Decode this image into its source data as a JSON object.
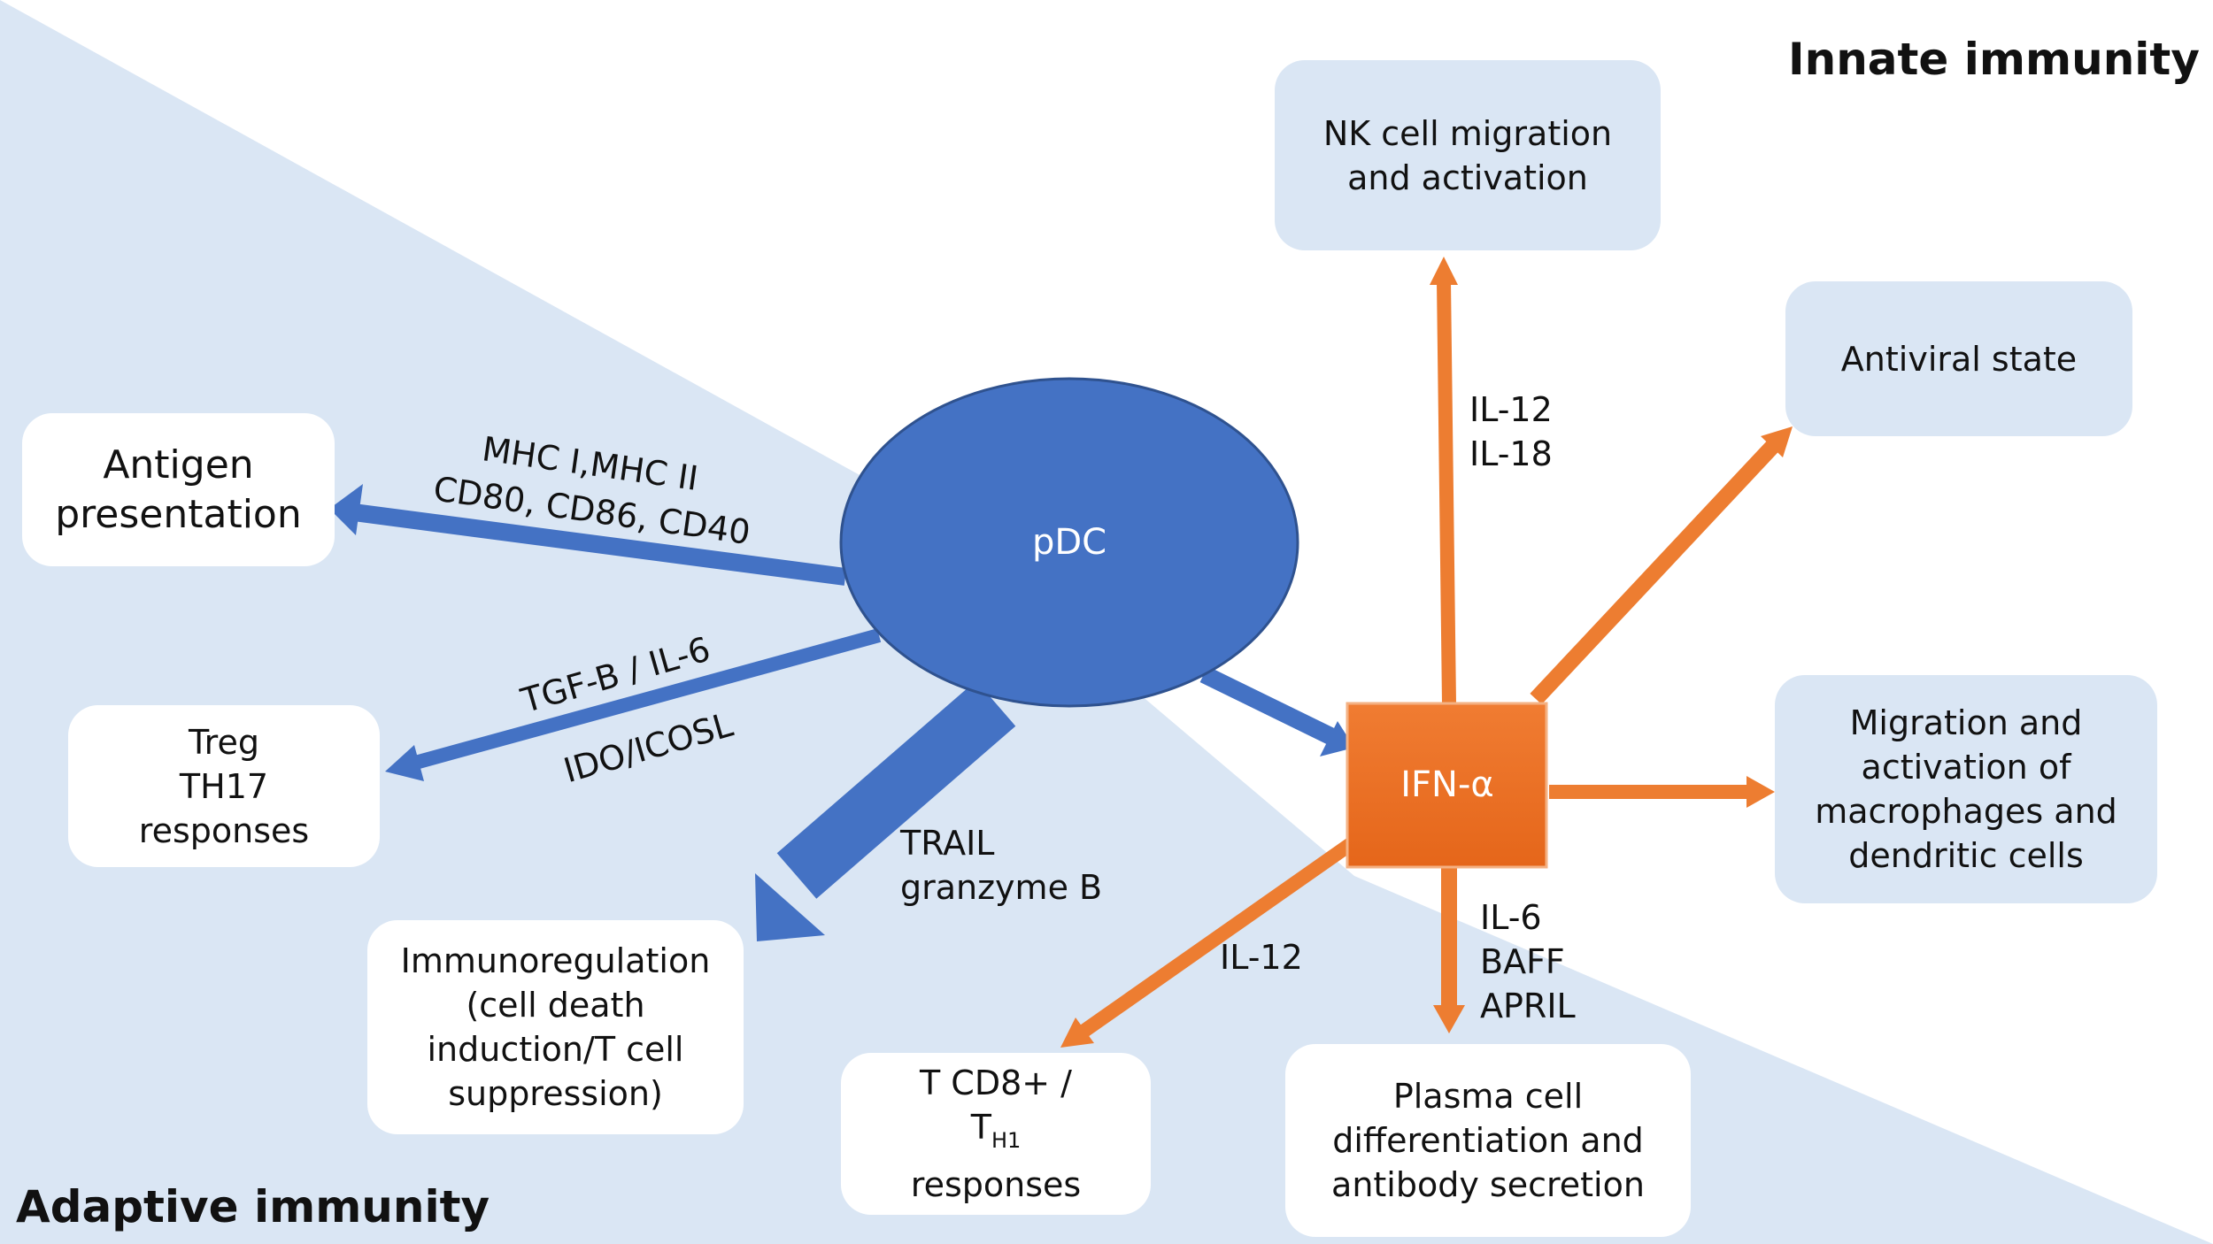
{
  "center": {
    "label": "pDC"
  },
  "hub": {
    "label": "IFN-α"
  },
  "headings": {
    "innate": "Innate immunity",
    "adaptive": "Adaptive immunity"
  },
  "boxes": {
    "nk": [
      "NK cell migration",
      "and activation"
    ],
    "antiviral": [
      "Antiviral state"
    ],
    "macrophages": [
      "Migration and",
      "activation of",
      "macrophages and",
      "dendritic cells"
    ],
    "antigen": [
      "Antigen",
      "presentation"
    ],
    "treg": [
      "Treg",
      "TH17",
      "responses"
    ],
    "immuno": [
      "Immunoregulation",
      "(cell death",
      "induction/T cell",
      "suppression)"
    ],
    "tcd8": {
      "line1": "T CD8+ /",
      "t": "T",
      "sub": "H1",
      "line3": "responses"
    },
    "plasma": [
      "Plasma cell",
      "differentiation and",
      "antibody secretion"
    ]
  },
  "labels": {
    "mhc": [
      "MHC I,MHC II",
      "CD80, CD86, CD40"
    ],
    "tgf": "TGF-B / IL-6",
    "ido": "IDO/ICOSL",
    "trail": [
      "TRAIL",
      "granzyme B"
    ],
    "il12_18": [
      "IL-12",
      "IL-18"
    ],
    "il12": "IL-12",
    "il6": [
      "IL-6",
      "BAFF",
      "APRIL"
    ]
  },
  "colors": {
    "pdc": "#4472c4",
    "ifn": "#ed7d31",
    "background_band": "#dae6f4"
  }
}
